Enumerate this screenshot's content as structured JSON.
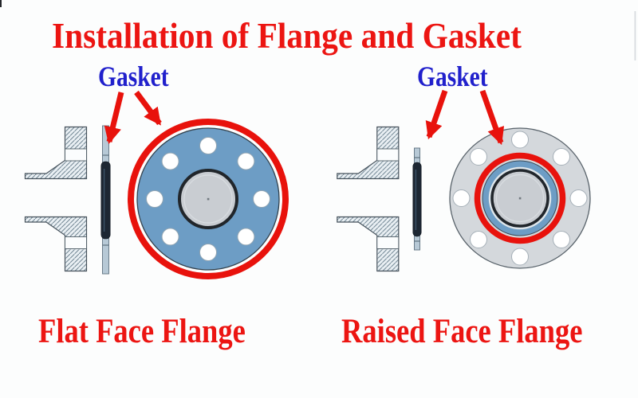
{
  "title": {
    "text": "Installation of Flange and Gasket"
  },
  "panels": [
    {
      "id": "flat-face",
      "gasket_label": "Gasket",
      "caption": "Flat Face Flange",
      "face_type": "flat",
      "bolt_holes": 8,
      "annotation": "red circle around entire flange face; arrows point to gasket side view and flange face"
    },
    {
      "id": "raised-face",
      "gasket_label": "Gasket",
      "caption": "Raised Face Flange",
      "face_type": "raised",
      "bolt_holes": 8,
      "annotation": "red circle around raised face only; arrows point to gasket side view and raised face"
    }
  ],
  "colors": {
    "title_red": "#ec1512",
    "annotation_red": "#e8120c",
    "label_blue": "#2020cc",
    "flange_blue": "#6d9dc5",
    "flange_gray": "#d4d8dc",
    "bore_gray": "#c9cdd2",
    "gasket_light": "#b7c9d6",
    "gasket_dark": "#1d2733"
  }
}
